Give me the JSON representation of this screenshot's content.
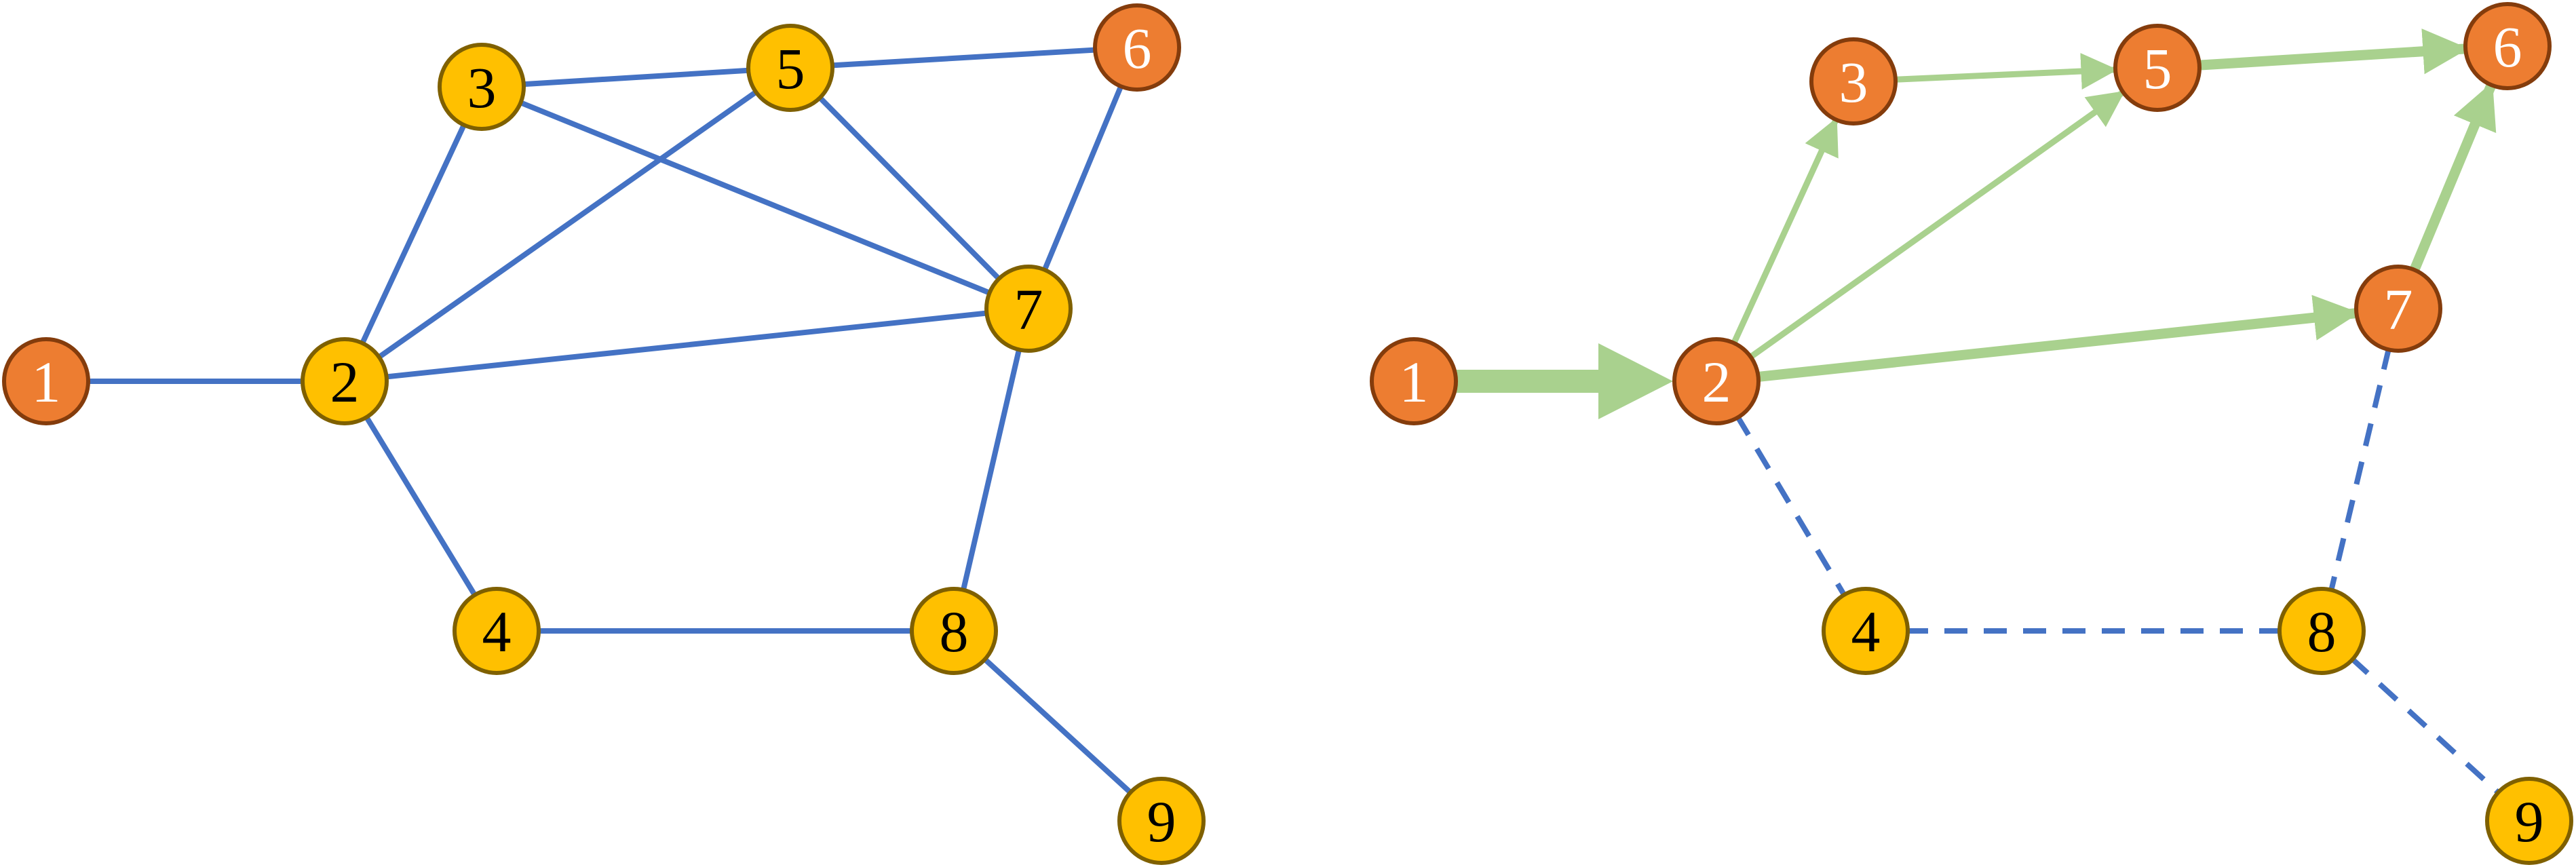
{
  "colors": {
    "active_node_fill": "#ED7D31",
    "active_node_stroke": "#843C0C",
    "inactive_node_fill": "#FFC000",
    "inactive_node_stroke": "#7F6000",
    "edge_blue": "#4472C4",
    "flow_green": "#A9D18E",
    "active_label": "#FFFFFF",
    "inactive_label": "#000000"
  },
  "panels": [
    {
      "id": "left",
      "nodes": [
        {
          "id": "n1",
          "label": "1",
          "state": "active"
        },
        {
          "id": "n2",
          "label": "2",
          "state": "inactive"
        },
        {
          "id": "n3",
          "label": "3",
          "state": "inactive"
        },
        {
          "id": "n4",
          "label": "4",
          "state": "inactive"
        },
        {
          "id": "n5",
          "label": "5",
          "state": "inactive"
        },
        {
          "id": "n6",
          "label": "6",
          "state": "active"
        },
        {
          "id": "n7",
          "label": "7",
          "state": "inactive"
        },
        {
          "id": "n8",
          "label": "8",
          "state": "inactive"
        },
        {
          "id": "n9",
          "label": "9",
          "state": "inactive"
        }
      ],
      "edges": [
        {
          "from": "n1",
          "to": "n2",
          "style": "solid"
        },
        {
          "from": "n2",
          "to": "n3",
          "style": "solid"
        },
        {
          "from": "n2",
          "to": "n5",
          "style": "solid"
        },
        {
          "from": "n2",
          "to": "n7",
          "style": "solid"
        },
        {
          "from": "n2",
          "to": "n4",
          "style": "solid"
        },
        {
          "from": "n3",
          "to": "n5",
          "style": "solid"
        },
        {
          "from": "n3",
          "to": "n7",
          "style": "solid"
        },
        {
          "from": "n5",
          "to": "n6",
          "style": "solid"
        },
        {
          "from": "n5",
          "to": "n7",
          "style": "solid"
        },
        {
          "from": "n6",
          "to": "n7",
          "style": "solid"
        },
        {
          "from": "n7",
          "to": "n8",
          "style": "solid"
        },
        {
          "from": "n4",
          "to": "n8",
          "style": "solid"
        },
        {
          "from": "n8",
          "to": "n9",
          "style": "solid"
        }
      ]
    },
    {
      "id": "right",
      "nodes": [
        {
          "id": "n1",
          "label": "1",
          "state": "active"
        },
        {
          "id": "n2",
          "label": "2",
          "state": "active"
        },
        {
          "id": "n3",
          "label": "3",
          "state": "active"
        },
        {
          "id": "n4",
          "label": "4",
          "state": "inactive"
        },
        {
          "id": "n5",
          "label": "5",
          "state": "active"
        },
        {
          "id": "n6",
          "label": "6",
          "state": "active"
        },
        {
          "id": "n7",
          "label": "7",
          "state": "active"
        },
        {
          "id": "n8",
          "label": "8",
          "state": "inactive"
        },
        {
          "id": "n9",
          "label": "9",
          "state": "inactive"
        }
      ],
      "edges": [
        {
          "from": "n1",
          "to": "n2",
          "style": "arrow",
          "weight": "heavy"
        },
        {
          "from": "n2",
          "to": "n3",
          "style": "arrow",
          "weight": "light"
        },
        {
          "from": "n2",
          "to": "n5",
          "style": "arrow",
          "weight": "light"
        },
        {
          "from": "n2",
          "to": "n7",
          "style": "arrow",
          "weight": "medium"
        },
        {
          "from": "n3",
          "to": "n5",
          "style": "arrow",
          "weight": "light"
        },
        {
          "from": "n5",
          "to": "n6",
          "style": "arrow",
          "weight": "medium"
        },
        {
          "from": "n7",
          "to": "n6",
          "style": "arrow",
          "weight": "medium"
        },
        {
          "from": "n2",
          "to": "n4",
          "style": "dashed"
        },
        {
          "from": "n4",
          "to": "n8",
          "style": "dashed"
        },
        {
          "from": "n7",
          "to": "n8",
          "style": "dashed"
        },
        {
          "from": "n8",
          "to": "n9",
          "style": "dashed"
        }
      ]
    }
  ]
}
